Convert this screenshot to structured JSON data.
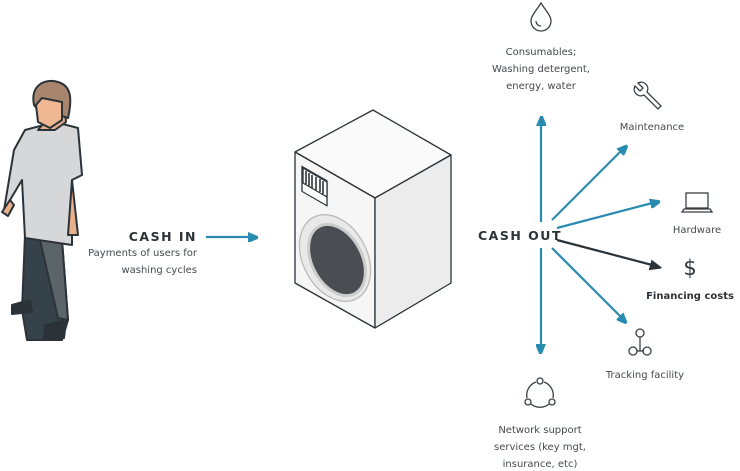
{
  "cash_in": {
    "title": "CASH IN",
    "desc_line1": "Payments of users for",
    "desc_line2": "washing cycles"
  },
  "cash_out": {
    "title": "CASH OUT"
  },
  "outflows": [
    {
      "icon": "water-drop-icon",
      "lines": [
        "Consumables;",
        "Washing detergent,",
        "energy, water"
      ]
    },
    {
      "icon": "wrench-icon",
      "lines": [
        "Maintenance"
      ]
    },
    {
      "icon": "laptop-icon",
      "lines": [
        "Hardware"
      ]
    },
    {
      "icon": "dollar-icon",
      "symbol": "$",
      "lines": [
        "Financing costs"
      ]
    },
    {
      "icon": "tracking-nodes-icon",
      "lines": [
        "Tracking facility"
      ]
    },
    {
      "icon": "network-icon",
      "lines": [
        "Network support",
        "services (key mgt,",
        "insurance, etc)"
      ]
    }
  ],
  "colors": {
    "arrow": "#2a8bb0",
    "arrow_dark": "#2c3338"
  }
}
